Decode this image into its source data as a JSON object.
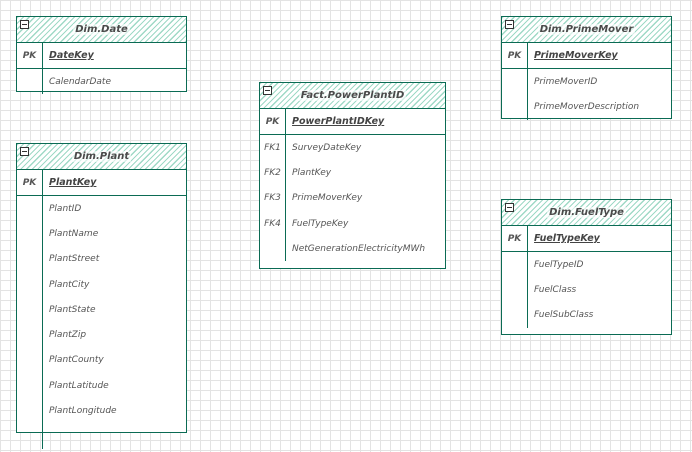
{
  "entities": {
    "dim_date": {
      "title": "Dim.Date",
      "pk": {
        "marker": "PK",
        "name": "DateKey"
      },
      "attributes": [
        {
          "key": "",
          "name": "CalendarDate"
        }
      ]
    },
    "dim_plant": {
      "title": "Dim.Plant",
      "pk": {
        "marker": "PK",
        "name": "PlantKey"
      },
      "attributes": [
        {
          "key": "",
          "name": "PlantID"
        },
        {
          "key": "",
          "name": "PlantName"
        },
        {
          "key": "",
          "name": "PlantStreet"
        },
        {
          "key": "",
          "name": "PlantCity"
        },
        {
          "key": "",
          "name": "PlantState"
        },
        {
          "key": "",
          "name": "PlantZip"
        },
        {
          "key": "",
          "name": "PlantCounty"
        },
        {
          "key": "",
          "name": "PlantLatitude"
        },
        {
          "key": "",
          "name": "PlantLongitude"
        }
      ]
    },
    "fact_power": {
      "title": "Fact.PowerPlantID",
      "pk": {
        "marker": "PK",
        "name": "PowerPlantIDKey"
      },
      "attributes": [
        {
          "key": "FK1",
          "name": "SurveyDateKey"
        },
        {
          "key": "FK2",
          "name": "PlantKey"
        },
        {
          "key": "FK3",
          "name": "PrimeMoverKey"
        },
        {
          "key": "FK4",
          "name": "FuelTypeKey"
        },
        {
          "key": "",
          "name": "NetGenerationElectricityMWh"
        }
      ]
    },
    "dim_primemover": {
      "title": "Dim.PrimeMover",
      "pk": {
        "marker": "PK",
        "name": "PrimeMoverKey"
      },
      "attributes": [
        {
          "key": "",
          "name": "PrimeMoverID"
        },
        {
          "key": "",
          "name": "PrimeMoverDescription"
        }
      ]
    },
    "dim_fueltype": {
      "title": "Dim.FuelType",
      "pk": {
        "marker": "PK",
        "name": "FuelTypeKey"
      },
      "attributes": [
        {
          "key": "",
          "name": "FuelTypeID"
        },
        {
          "key": "",
          "name": "FuelClass"
        },
        {
          "key": "",
          "name": "FuelSubClass"
        }
      ]
    }
  }
}
